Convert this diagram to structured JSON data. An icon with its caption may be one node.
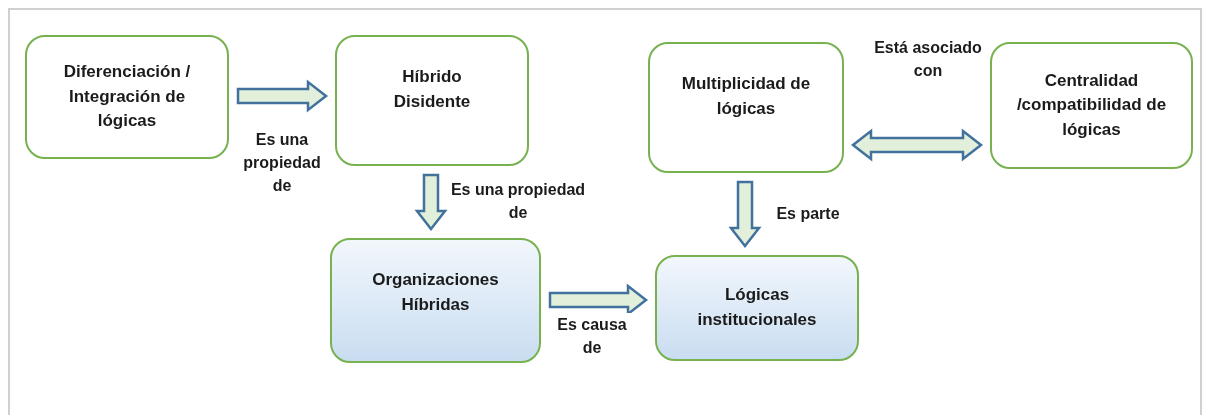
{
  "diagram": {
    "nodes": [
      {
        "text": [
          "Diferenciación / Integración de lógicas"
        ]
      },
      {
        "text": [
          "Híbrido Disidente"
        ]
      },
      {
        "text": [
          "Multiplicidad de lógicas"
        ]
      },
      {
        "text": [
          "Centralidad /compatibilidad de lógicas"
        ]
      },
      {
        "text": [
          "Organizaciones Híbridas"
        ]
      },
      {
        "text": [
          "Lógicas institucionales"
        ]
      }
    ],
    "edges": [
      {
        "from": 0,
        "to": 1,
        "arrow": "to",
        "label": "Es una propiedad de"
      },
      {
        "from": 1,
        "to": 4,
        "arrow": "to",
        "label": "Es una propiedad de"
      },
      {
        "from": 2,
        "to": 3,
        "arrow": "both",
        "label": "Está asociado con"
      },
      {
        "from": 2,
        "to": 5,
        "arrow": "to",
        "label": "Es parte"
      },
      {
        "from": 4,
        "to": 5,
        "arrow": "to",
        "label": "Es causa de"
      }
    ]
  }
}
